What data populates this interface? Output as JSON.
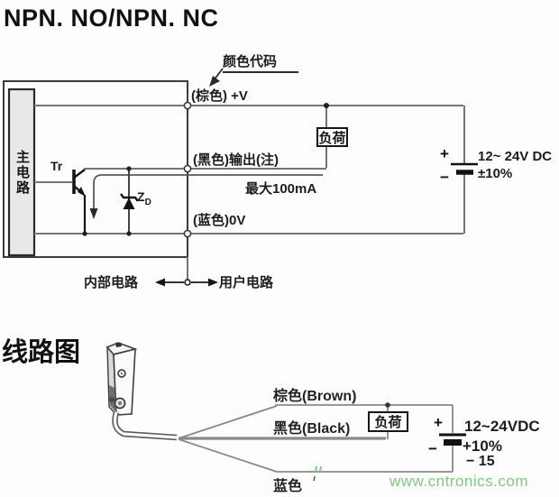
{
  "title": "NPN. NO/NPN. NC",
  "top_diagram": {
    "color_code_label": "颜色代码",
    "main_circuit_label": "主电路",
    "transistor_label": "Tr",
    "zener_label": "Z",
    "zener_label_sub": "D",
    "wire_brown_label": "(棕色) +V",
    "wire_black_label": "(黑色)输出(注)",
    "max_current_label": "最大100mA",
    "wire_blue_label": "(蓝色)0V",
    "load_label": "负荷",
    "battery_plus": "+",
    "battery_minus": "−",
    "supply_line1": "12~ 24V DC",
    "supply_line2": "±10%",
    "internal_circuit_label": "内部电路",
    "user_circuit_label": "用户电路"
  },
  "bottom_diagram": {
    "section_title": "线路图",
    "wire_brown_label": "棕色(Brown)",
    "wire_black_label": "黑色(Black)",
    "wire_blue_label": "蓝色",
    "load_label": "负荷",
    "battery_plus": "+",
    "battery_minus": "−",
    "supply_line1": "12~24VDC",
    "supply_line2": "+10%",
    "supply_line3": "− 15",
    "watermark": "www.cntronics.com"
  },
  "colors": {
    "watermark_green": "#84c884",
    "wire_gray": "#757575",
    "component_dark": "#1a1a1a"
  }
}
